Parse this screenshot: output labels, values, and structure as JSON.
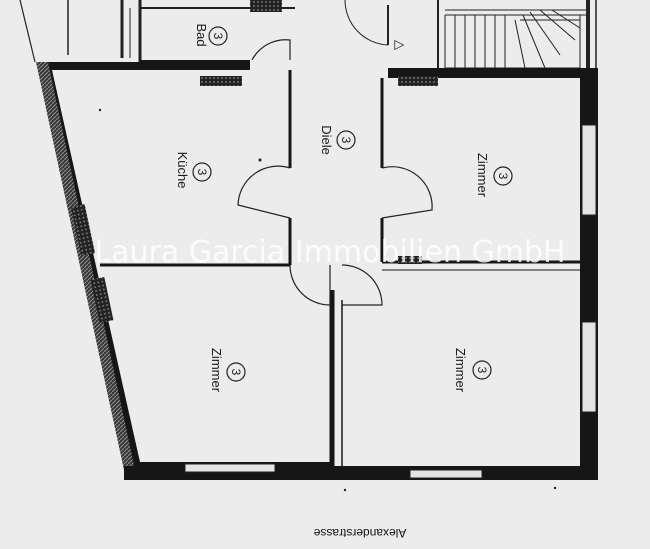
{
  "rooms": {
    "bad": {
      "name": "Bad",
      "number": "3"
    },
    "kueche": {
      "name": "Küche",
      "number": "3"
    },
    "diele": {
      "name": "Diele",
      "number": "3"
    },
    "zimmer_ne": {
      "name": "Zimmer",
      "number": "3"
    },
    "zimmer_sw": {
      "name": "Zimmer",
      "number": "3"
    },
    "zimmer_se": {
      "name": "Zimmer",
      "number": "3"
    }
  },
  "street": "Alexanderstrasse",
  "watermark": "Laura Garcia Immobilien GmbH",
  "entrance_marker": "△",
  "colors": {
    "background": "#ececec",
    "wall": "#161616",
    "line": "#222222"
  }
}
